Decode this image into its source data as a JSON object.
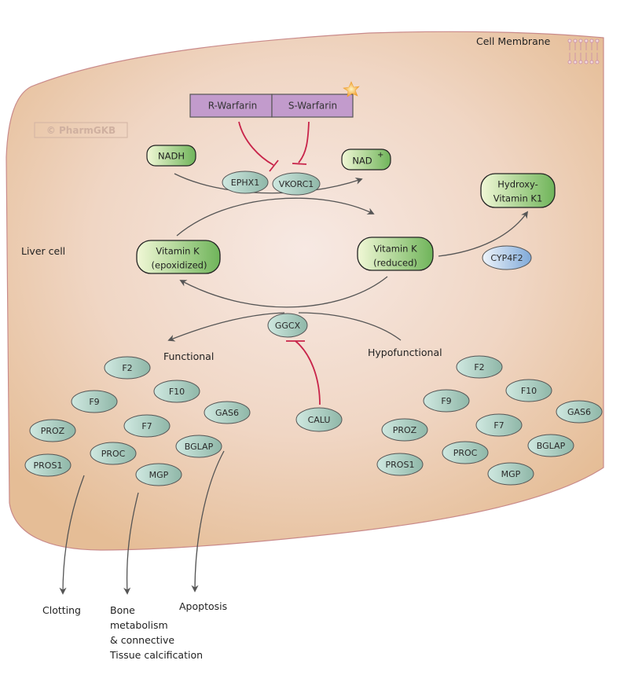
{
  "diagram": {
    "title_labels": {
      "cell_membrane": "Cell Membrane",
      "liver_cell": "Liver cell",
      "watermark": "© PharmGKB"
    },
    "colors": {
      "cell_fill": "#e8c4a0",
      "cell_center": "#f6e6de",
      "cell_border": "#c98a8a",
      "drug_fill": "#c29bcc",
      "gene_fill": "#a9cdc2",
      "metabolite_fill": "#9fd07f",
      "cyp_fill": "#a9c9e8",
      "inhibition": "#c8244a",
      "arrow": "#555555"
    },
    "drugs": [
      {
        "id": "r-warfarin",
        "label": "R-Warfarin"
      },
      {
        "id": "s-warfarin",
        "label": "S-Warfarin"
      }
    ],
    "metabolites": {
      "nadh": "NADH",
      "nad": "NAD",
      "nad_sup": "+",
      "vk_epox_1": "Vitamin K",
      "vk_epox_2": "(epoxidized)",
      "vk_red_1": "Vitamin K",
      "vk_red_2": "(reduced)",
      "hydroxy_1": "Hydroxy-",
      "hydroxy_2": "Vitamin K1"
    },
    "enzymes": {
      "ephx1": "EPHX1",
      "vkorc1": "VKORC1",
      "cyp4f2": "CYP4F2",
      "ggcx": "GGCX",
      "calu": "CALU"
    },
    "branch_labels": {
      "functional": "Functional",
      "hypofunctional": "Hypofunctional"
    },
    "proteins": [
      "F2",
      "F9",
      "F10",
      "PROZ",
      "F7",
      "GAS6",
      "PROC",
      "BGLAP",
      "PROS1",
      "MGP"
    ],
    "outcomes": {
      "clotting": "Clotting",
      "bone_1": "Bone",
      "bone_2": "metabolism",
      "bone_3": "& connective",
      "bone_4": "Tissue calcification",
      "apoptosis": "Apoptosis"
    }
  }
}
